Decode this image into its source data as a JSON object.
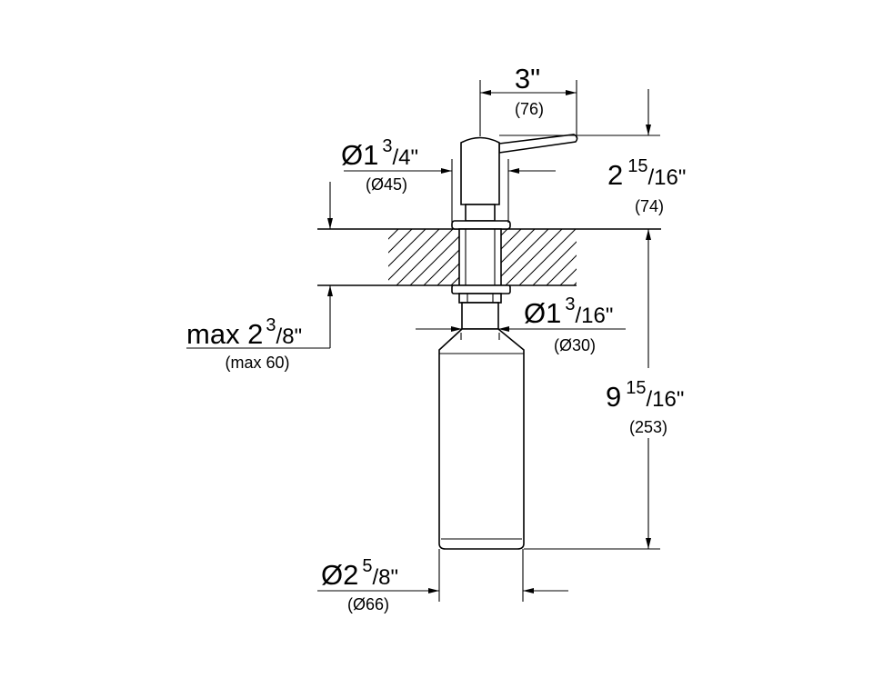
{
  "drawing": {
    "title": "Soap dispenser dimension drawing",
    "dimensions": {
      "lever_length": {
        "whole": "3\"",
        "num": "",
        "den": "",
        "metric": "(76)"
      },
      "head_diameter": {
        "whole": "Ø1",
        "num": "3",
        "den": "/4\"",
        "metric": "(Ø45)"
      },
      "head_height": {
        "whole": "2",
        "num": "15",
        "den": "/16\"",
        "metric": "(74)"
      },
      "shank_diameter": {
        "whole": "Ø1",
        "num": "3",
        "den": "/16\"",
        "metric": "(Ø30)"
      },
      "counter_thickness": {
        "whole": "max 2",
        "num": "3",
        "den": "/8\"",
        "metric": "(max 60)"
      },
      "bottle_length": {
        "whole": "9",
        "num": "15",
        "den": "/16\"",
        "metric": "(253)"
      },
      "bottle_diameter": {
        "whole": "Ø2",
        "num": "5",
        "den": "/8\"",
        "metric": "(Ø66)"
      }
    }
  }
}
